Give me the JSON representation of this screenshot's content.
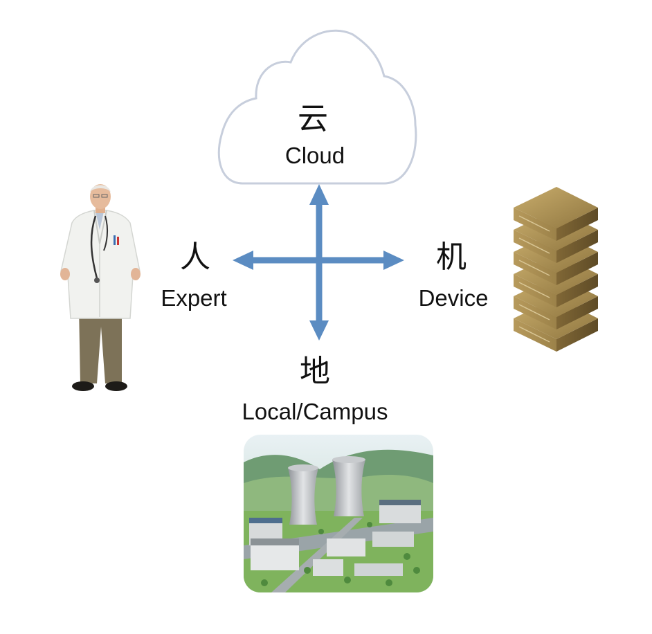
{
  "cloud": {
    "label_cn": "云",
    "label_en": "Cloud"
  },
  "expert": {
    "label_cn": "人",
    "label_en": "Expert"
  },
  "device": {
    "label_cn": "机",
    "label_en": "Device"
  },
  "local": {
    "label_cn": "地",
    "label_en": "Local/Campus"
  },
  "colors": {
    "arrow": "#5b8cc2",
    "cloud_outline": "#c7cedc",
    "server_gold": "#a58b4f",
    "coat": "#f1f2ef",
    "trousers": "#7d7258",
    "grass": "#7fb35d"
  },
  "icons": {
    "expert": "doctor-figure-icon",
    "device": "server-rack-icon",
    "local": "power-plant-image"
  }
}
